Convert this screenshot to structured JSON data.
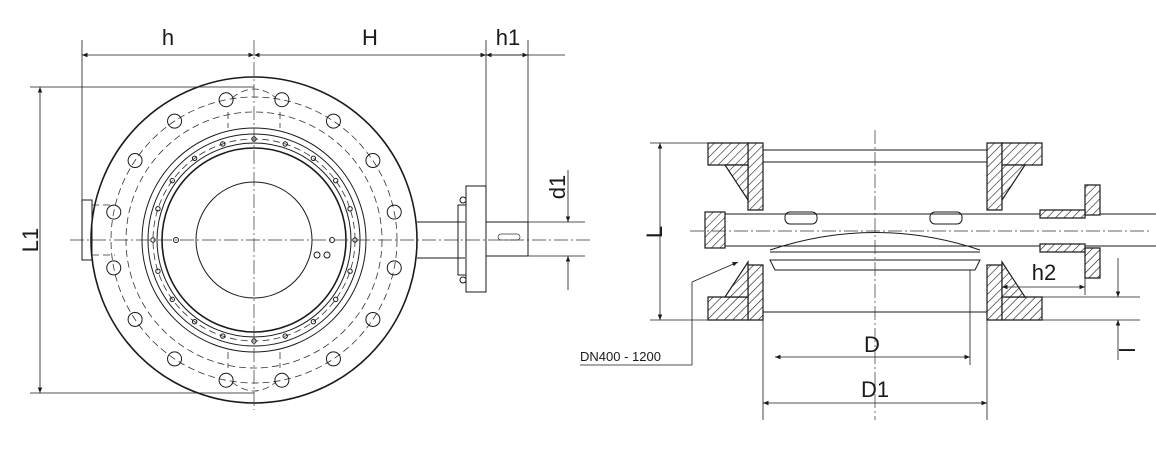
{
  "labels": {
    "h": "h",
    "H": "H",
    "h1": "h1",
    "d1": "d1",
    "L1": "L1",
    "L": "L",
    "h2": "h2",
    "l": "l",
    "D": "D",
    "D1": "D1",
    "dn": "DN400 - 1200"
  }
}
